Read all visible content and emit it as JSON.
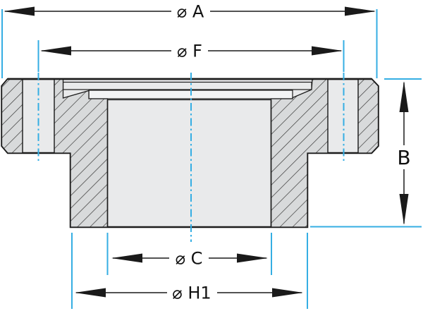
{
  "diagram": {
    "title": "flange-cross-section-dimension-drawing",
    "dimensions": {
      "A": {
        "label": "⌀ A",
        "meaning": "outer-diameter"
      },
      "F": {
        "label": "⌀ F",
        "meaning": "bolt-circle-diameter"
      },
      "B": {
        "label": "B",
        "meaning": "overall-height"
      },
      "C": {
        "label": "⌀ C",
        "meaning": "bore-diameter"
      },
      "H1": {
        "label": "⌀ H1",
        "meaning": "hub-diameter"
      }
    },
    "colors": {
      "dimension_accent": "#35aee3",
      "outline": "#1c1c1c",
      "body_fill": "#e9eaeb",
      "hatch_fill": "#d8dadb",
      "hatch_line": "#3a3a3a",
      "lip_fill": "#f3f4f5",
      "background": "#ffffff"
    }
  }
}
